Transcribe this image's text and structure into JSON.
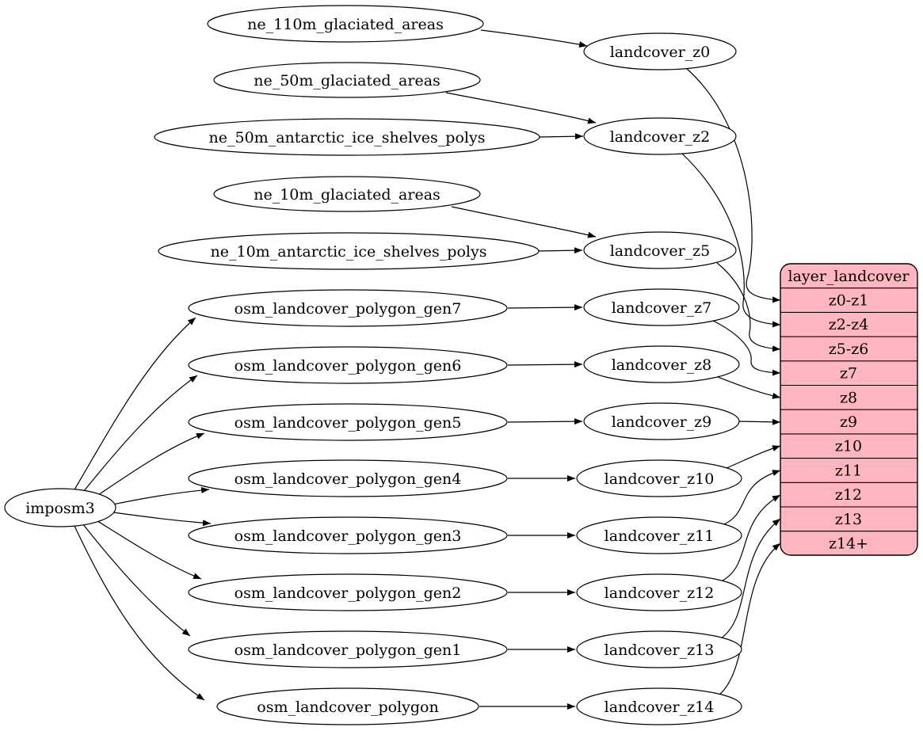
{
  "diagram": {
    "type": "graphviz-flow",
    "description": "ETL mapping of landcover source tables to generalized landcover views feeding the layer_landcover tile layer"
  },
  "nodes": [
    {
      "id": "imposm3",
      "label": "imposm3"
    },
    {
      "id": "ne_110m_glaciated_areas",
      "label": "ne_110m_glaciated_areas"
    },
    {
      "id": "ne_50m_glaciated_areas",
      "label": "ne_50m_glaciated_areas"
    },
    {
      "id": "ne_50m_antarctic_ice_shelves_polys",
      "label": "ne_50m_antarctic_ice_shelves_polys"
    },
    {
      "id": "ne_10m_glaciated_areas",
      "label": "ne_10m_glaciated_areas"
    },
    {
      "id": "ne_10m_antarctic_ice_shelves_polys",
      "label": "ne_10m_antarctic_ice_shelves_polys"
    },
    {
      "id": "osm_landcover_polygon_gen7",
      "label": "osm_landcover_polygon_gen7"
    },
    {
      "id": "osm_landcover_polygon_gen6",
      "label": "osm_landcover_polygon_gen6"
    },
    {
      "id": "osm_landcover_polygon_gen5",
      "label": "osm_landcover_polygon_gen5"
    },
    {
      "id": "osm_landcover_polygon_gen4",
      "label": "osm_landcover_polygon_gen4"
    },
    {
      "id": "osm_landcover_polygon_gen3",
      "label": "osm_landcover_polygon_gen3"
    },
    {
      "id": "osm_landcover_polygon_gen2",
      "label": "osm_landcover_polygon_gen2"
    },
    {
      "id": "osm_landcover_polygon_gen1",
      "label": "osm_landcover_polygon_gen1"
    },
    {
      "id": "osm_landcover_polygon",
      "label": "osm_landcover_polygon"
    },
    {
      "id": "landcover_z0",
      "label": "landcover_z0"
    },
    {
      "id": "landcover_z2",
      "label": "landcover_z2"
    },
    {
      "id": "landcover_z5",
      "label": "landcover_z5"
    },
    {
      "id": "landcover_z7",
      "label": "landcover_z7"
    },
    {
      "id": "landcover_z8",
      "label": "landcover_z8"
    },
    {
      "id": "landcover_z9",
      "label": "landcover_z9"
    },
    {
      "id": "landcover_z10",
      "label": "landcover_z10"
    },
    {
      "id": "landcover_z11",
      "label": "landcover_z11"
    },
    {
      "id": "landcover_z12",
      "label": "landcover_z12"
    },
    {
      "id": "landcover_z13",
      "label": "landcover_z13"
    },
    {
      "id": "landcover_z14",
      "label": "landcover_z14"
    }
  ],
  "table": {
    "title": "layer_landcover",
    "rows": [
      "z0-z1",
      "z2-z4",
      "z5-z6",
      "z7",
      "z8",
      "z9",
      "z10",
      "z11",
      "z12",
      "z13",
      "z14+"
    ],
    "fill_color": "#ffb6c1"
  },
  "edges": [
    {
      "from": "ne_110m_glaciated_areas",
      "to": "landcover_z0"
    },
    {
      "from": "ne_50m_glaciated_areas",
      "to": "landcover_z2"
    },
    {
      "from": "ne_50m_antarctic_ice_shelves_polys",
      "to": "landcover_z2"
    },
    {
      "from": "ne_10m_glaciated_areas",
      "to": "landcover_z5"
    },
    {
      "from": "ne_10m_antarctic_ice_shelves_polys",
      "to": "landcover_z5"
    },
    {
      "from": "imposm3",
      "to": "osm_landcover_polygon_gen7"
    },
    {
      "from": "imposm3",
      "to": "osm_landcover_polygon_gen6"
    },
    {
      "from": "imposm3",
      "to": "osm_landcover_polygon_gen5"
    },
    {
      "from": "imposm3",
      "to": "osm_landcover_polygon_gen4"
    },
    {
      "from": "imposm3",
      "to": "osm_landcover_polygon_gen3"
    },
    {
      "from": "imposm3",
      "to": "osm_landcover_polygon_gen2"
    },
    {
      "from": "imposm3",
      "to": "osm_landcover_polygon_gen1"
    },
    {
      "from": "imposm3",
      "to": "osm_landcover_polygon"
    },
    {
      "from": "osm_landcover_polygon_gen7",
      "to": "landcover_z7"
    },
    {
      "from": "osm_landcover_polygon_gen6",
      "to": "landcover_z8"
    },
    {
      "from": "osm_landcover_polygon_gen5",
      "to": "landcover_z9"
    },
    {
      "from": "osm_landcover_polygon_gen4",
      "to": "landcover_z10"
    },
    {
      "from": "osm_landcover_polygon_gen3",
      "to": "landcover_z11"
    },
    {
      "from": "osm_landcover_polygon_gen2",
      "to": "landcover_z12"
    },
    {
      "from": "osm_landcover_polygon_gen1",
      "to": "landcover_z13"
    },
    {
      "from": "osm_landcover_polygon",
      "to": "landcover_z14"
    },
    {
      "from": "landcover_z0",
      "to": "layer_landcover:z0-z1"
    },
    {
      "from": "landcover_z2",
      "to": "layer_landcover:z2-z4"
    },
    {
      "from": "landcover_z5",
      "to": "layer_landcover:z5-z6"
    },
    {
      "from": "landcover_z7",
      "to": "layer_landcover:z7"
    },
    {
      "from": "landcover_z8",
      "to": "layer_landcover:z8"
    },
    {
      "from": "landcover_z9",
      "to": "layer_landcover:z9"
    },
    {
      "from": "landcover_z10",
      "to": "layer_landcover:z10"
    },
    {
      "from": "landcover_z11",
      "to": "layer_landcover:z11"
    },
    {
      "from": "landcover_z12",
      "to": "layer_landcover:z12"
    },
    {
      "from": "landcover_z13",
      "to": "layer_landcover:z13"
    },
    {
      "from": "landcover_z14",
      "to": "layer_landcover:z14+"
    }
  ],
  "colors": {
    "background": "#ffffff",
    "node_fill": "#ffffff",
    "stroke": "#000000",
    "table_fill": "#ffb6c1"
  }
}
